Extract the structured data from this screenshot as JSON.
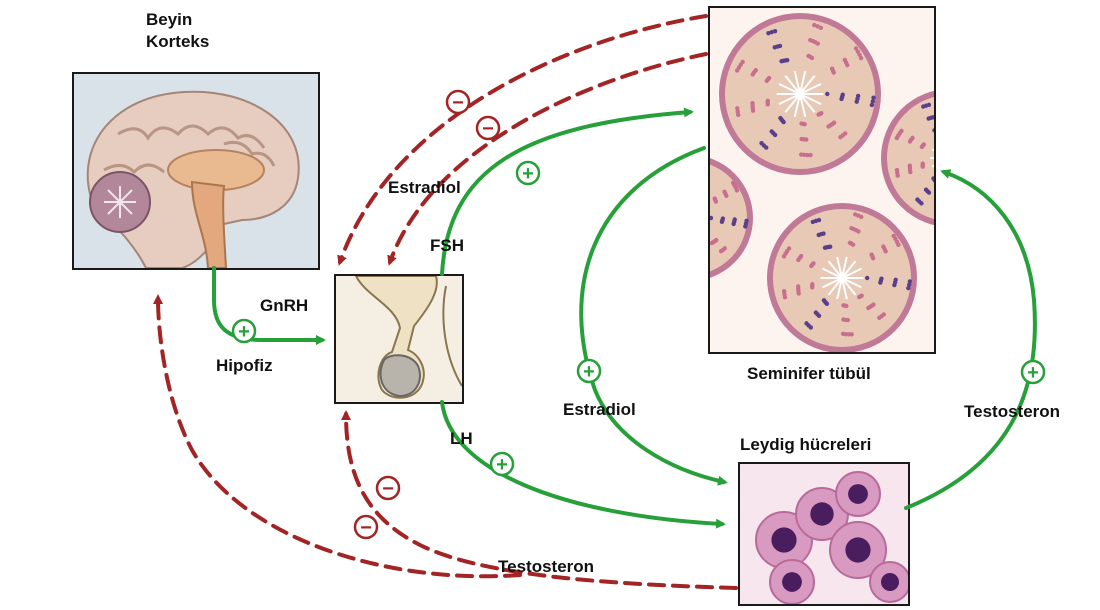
{
  "labels": {
    "brain_title_line1": "Beyin",
    "brain_title_line2": "Korteks",
    "gnrh": "GnRH",
    "hipofiz": "Hipofiz",
    "estradiol_top": "Estradiol",
    "fsh": "FSH",
    "lh": "LH",
    "seminifer": "Seminifer tübül",
    "estradiol_mid": "Estradiol",
    "leydig": "Leydig hücreleri",
    "testosteron_right": "Testosteron",
    "testosteron_bottom": "Testosteron"
  },
  "symbols": {
    "plus": "+",
    "minus": "−"
  },
  "colors": {
    "stimulate": "#27a03a",
    "inhibit": "#a32424",
    "border": "#1a1a1a",
    "tubule_wall": "#c07a98",
    "tubule_fill": "#e8c9b6",
    "cell_fill": "#d99ac1",
    "nucleus": "#4a1d5e"
  }
}
